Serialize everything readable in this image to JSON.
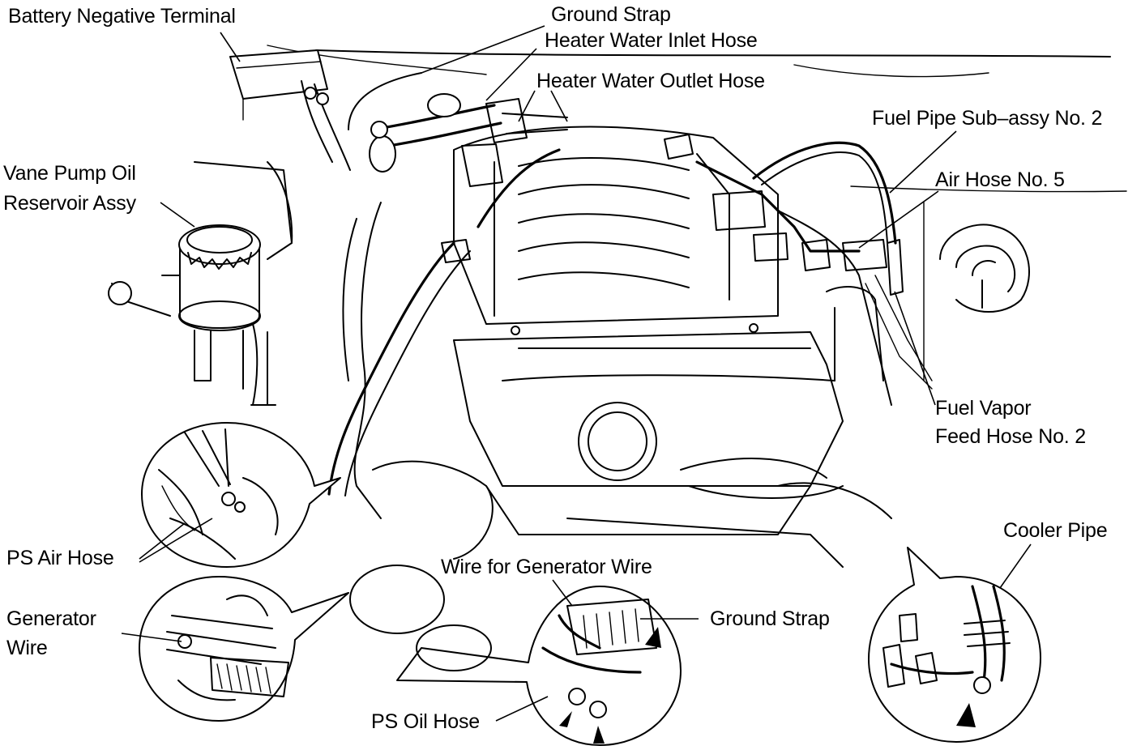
{
  "labels": {
    "battery_negative_terminal": "Battery Negative Terminal",
    "ground_strap_top": "Ground Strap",
    "heater_water_inlet_hose": "Heater Water Inlet Hose",
    "heater_water_outlet_hose": "Heater Water Outlet Hose",
    "fuel_pipe_sub_assy_no2": "Fuel Pipe Sub–assy No. 2",
    "air_hose_no5": "Air Hose No. 5",
    "vane_pump_line1": "Vane Pump Oil",
    "vane_pump_line2": "Reservoir Assy",
    "fuel_vapor_line1": "Fuel Vapor",
    "fuel_vapor_line2": "Feed Hose No. 2",
    "ps_air_hose": "PS Air Hose",
    "cooler_pipe": "Cooler Pipe",
    "wire_for_generator_wire": "Wire for Generator Wire",
    "generator_wire_line1": "Generator",
    "generator_wire_line2": "Wire",
    "ground_strap_bottom": "Ground Strap",
    "ps_oil_hose": "PS Oil Hose"
  }
}
